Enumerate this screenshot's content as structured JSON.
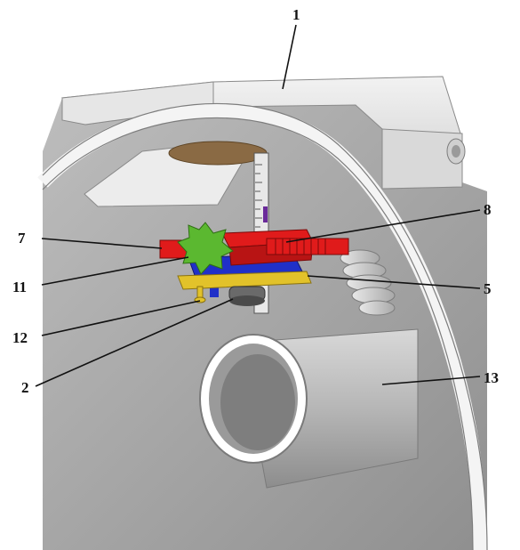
{
  "callouts": [
    {
      "id": "1",
      "text": "1"
    },
    {
      "id": "7",
      "text": "7"
    },
    {
      "id": "8",
      "text": "8"
    },
    {
      "id": "11",
      "text": "11"
    },
    {
      "id": "5",
      "text": "5"
    },
    {
      "id": "12",
      "text": "12"
    },
    {
      "id": "2",
      "text": "2"
    },
    {
      "id": "13",
      "text": "13"
    }
  ],
  "colors": {
    "background": "#ffffff",
    "housing": "#d2d2d2",
    "housing_dark": "#9e9e9e",
    "ring": "#f4f4f4",
    "knob": "#5bb830",
    "red_part": "#e01b1b",
    "blue_part": "#2030c8",
    "yellow_plate": "#e2c22a",
    "wood_disc": "#8a6a44",
    "pipe": "#c7c7c7"
  }
}
